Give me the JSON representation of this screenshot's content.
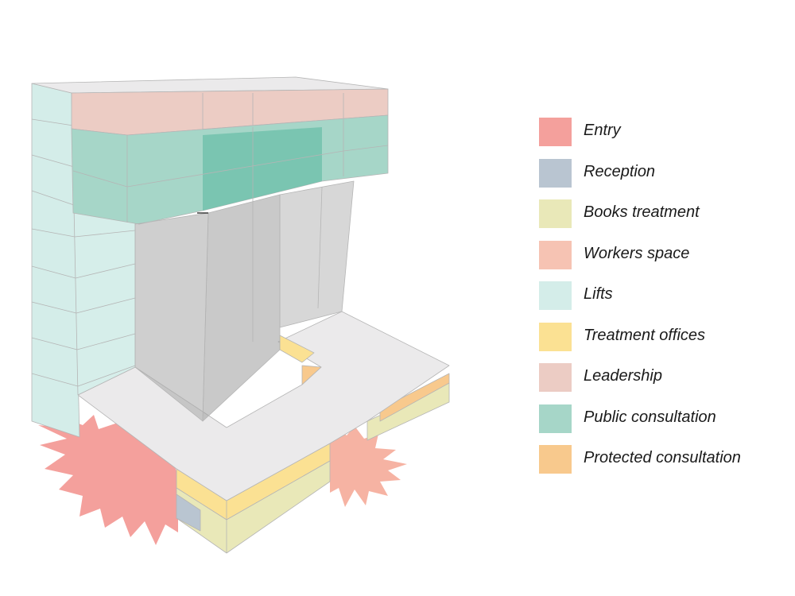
{
  "legend": [
    {
      "label": "Entry",
      "color": "#f4a09c"
    },
    {
      "label": "Reception",
      "color": "#b9c5d1"
    },
    {
      "label": "Books treatment",
      "color": "#e9e8b8"
    },
    {
      "label": "Workers space",
      "color": "#f6c3b3"
    },
    {
      "label": "Lifts",
      "color": "#d4ede9"
    },
    {
      "label": "Treatment offices",
      "color": "#fbe193"
    },
    {
      "label": "Leadership",
      "color": "#ecccc4"
    },
    {
      "label": "Public consultation",
      "color": "#a6d6c8"
    },
    {
      "label": "Protected consultation",
      "color": "#f8c98d"
    }
  ]
}
